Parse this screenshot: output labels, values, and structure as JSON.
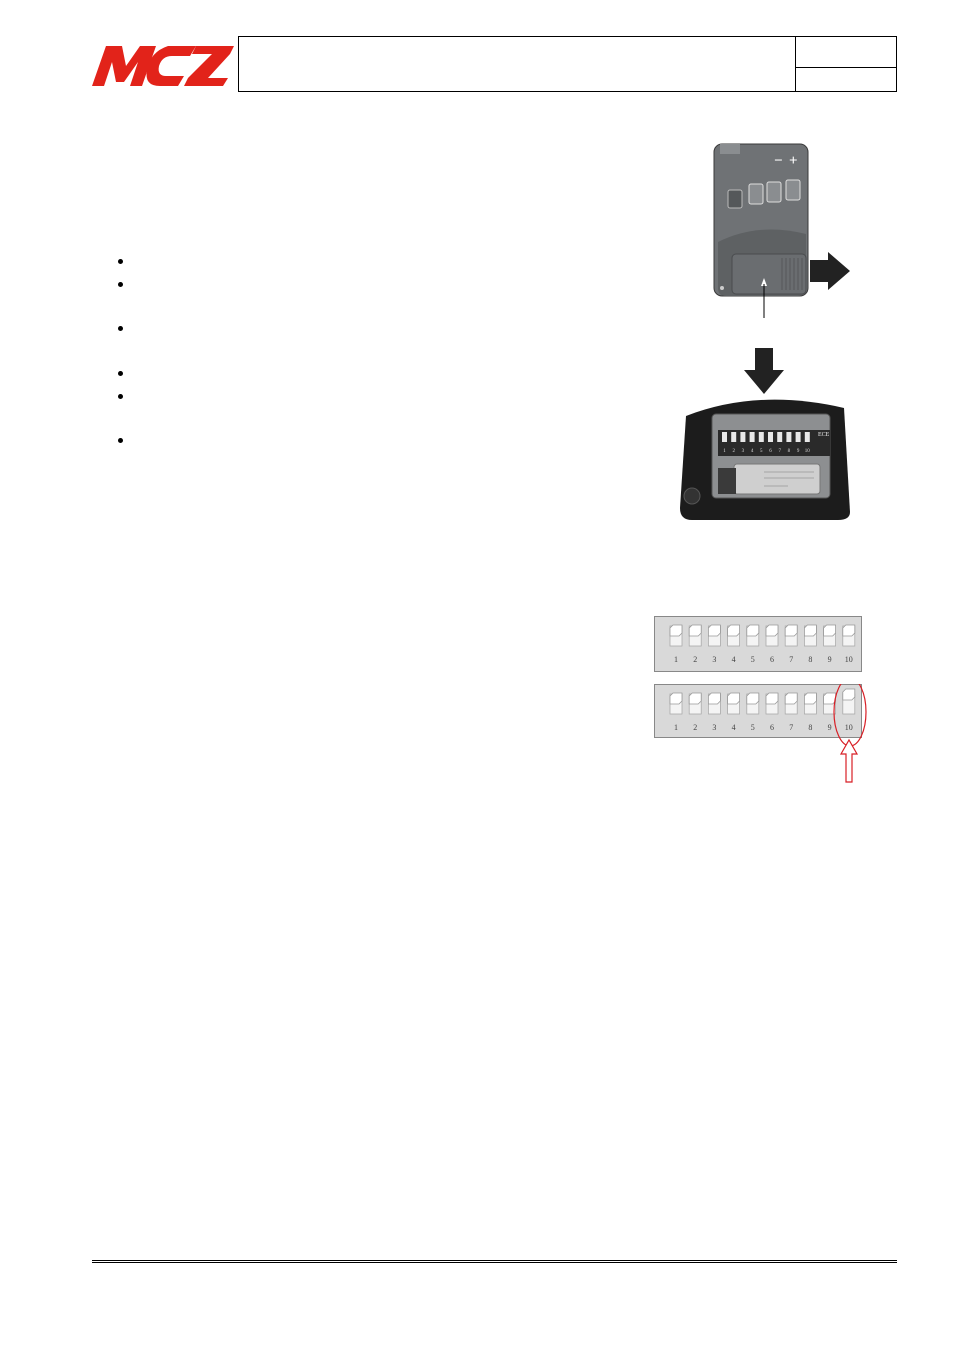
{
  "header": {
    "logo_text": "MCZ",
    "title": "",
    "code": "",
    "revision": ""
  },
  "remote": {
    "minus_label": "−",
    "plus_label": "+"
  },
  "open_remote": {
    "ece_label": "ECE",
    "switch_numbers": [
      "1",
      "2",
      "3",
      "4",
      "5",
      "6",
      "7",
      "8",
      "9",
      "10"
    ]
  },
  "dip_panels": {
    "numbers": [
      "1",
      "2",
      "3",
      "4",
      "5",
      "6",
      "7",
      "8",
      "9",
      "10"
    ],
    "highlight_color": "#d81f26"
  },
  "colors": {
    "brand": "#e2231a",
    "remote_body": "#6f7275",
    "panel_bg": "#d9d9d9"
  }
}
